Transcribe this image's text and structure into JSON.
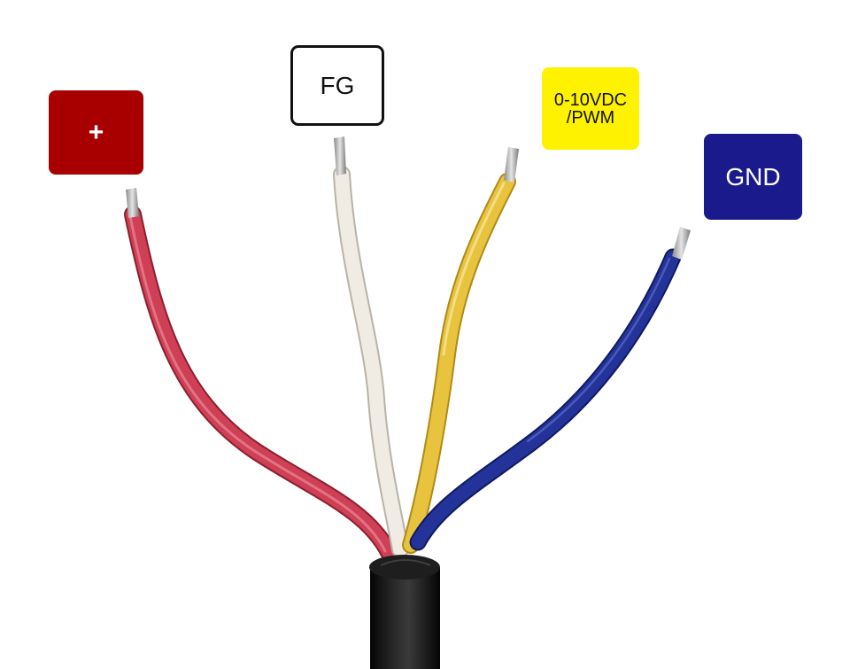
{
  "labels": {
    "plus": "+",
    "fg": "FG",
    "pwm_line1": "0-10VDC",
    "pwm_line2": "/PWM",
    "gnd": "GND"
  },
  "colors": {
    "plus_label_bg": "#a80000",
    "fg_label_bg": "#ffffff",
    "pwm_label_bg": "#fff200",
    "gnd_label_bg": "#1a1a8c",
    "wire_red": "#c8394e",
    "wire_white": "#ece8df",
    "wire_yellow": "#e6c23a",
    "wire_blue": "#1f2e8f",
    "cable_jacket": "#141414",
    "conductor": "#b8b8b8"
  }
}
